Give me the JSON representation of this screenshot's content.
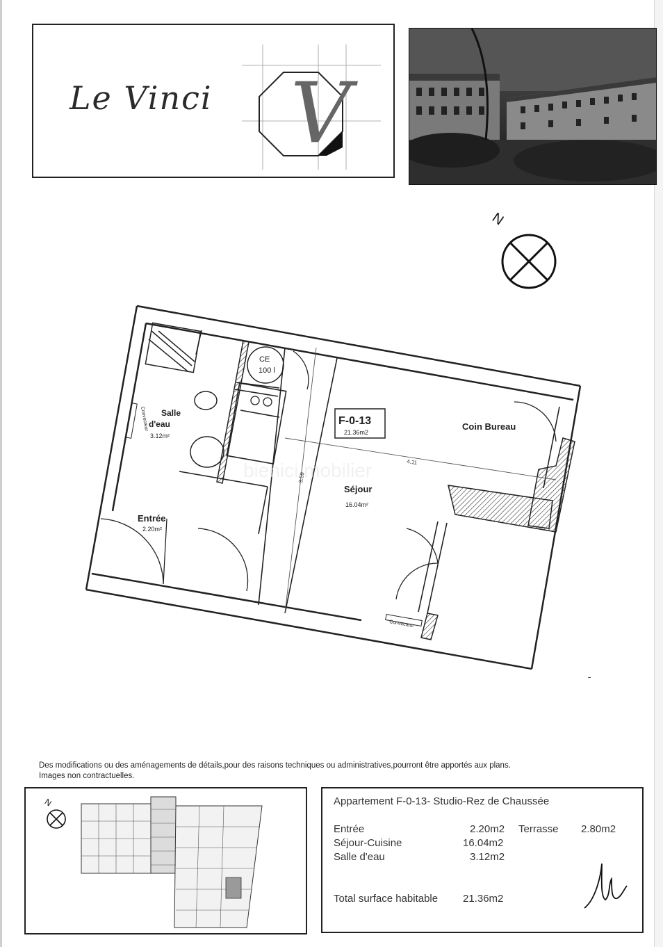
{
  "logo": {
    "name": "Le Vinci",
    "letter": "V"
  },
  "compass": {
    "label": "N"
  },
  "plan": {
    "unit_code": "F-0-13",
    "unit_area": "21.36m2",
    "rooms": {
      "salle_label": "Salle\nd'eau",
      "salle_line1": "Salle",
      "salle_line2": "d'eau",
      "salle_area": "3.12m²",
      "entree_label": "Entrée",
      "entree_area": "2.20m²",
      "sejour_label": "Séjour",
      "sejour_area": "16.04m²",
      "coin_bureau_label": "Coin Bureau"
    },
    "tank_label_1": "CE",
    "tank_label_2": "100 l",
    "convector_label": "Convecteur",
    "dimension_1": "4.11",
    "dimension_2": "3.59",
    "watermark": "bienici mobilier"
  },
  "disclaimer": {
    "line1": "Des modifications ou des aménagements de détails,pour des raisons techniques ou administratives,pourront être apportés aux plans.",
    "line2": "Images non contractuelles."
  },
  "mini_plan": {
    "compass_label": "N"
  },
  "info": {
    "title": "Appartement F-0-13- Studio-Rez de Chaussée",
    "rows": [
      {
        "label": "Entrée",
        "value": "2.20m2"
      },
      {
        "label": "Séjour-Cuisine",
        "value": "16.04m2"
      },
      {
        "label": "Salle d'eau",
        "value": "3.12m2"
      }
    ],
    "terrace_label": "Terrasse",
    "terrace_value": "2.80m2",
    "total_label": "Total surface habitable",
    "total_value": "21.36m2"
  },
  "colors": {
    "ink": "#222222",
    "hatch": "#333333",
    "photo_dark": "#2a2a2a"
  }
}
